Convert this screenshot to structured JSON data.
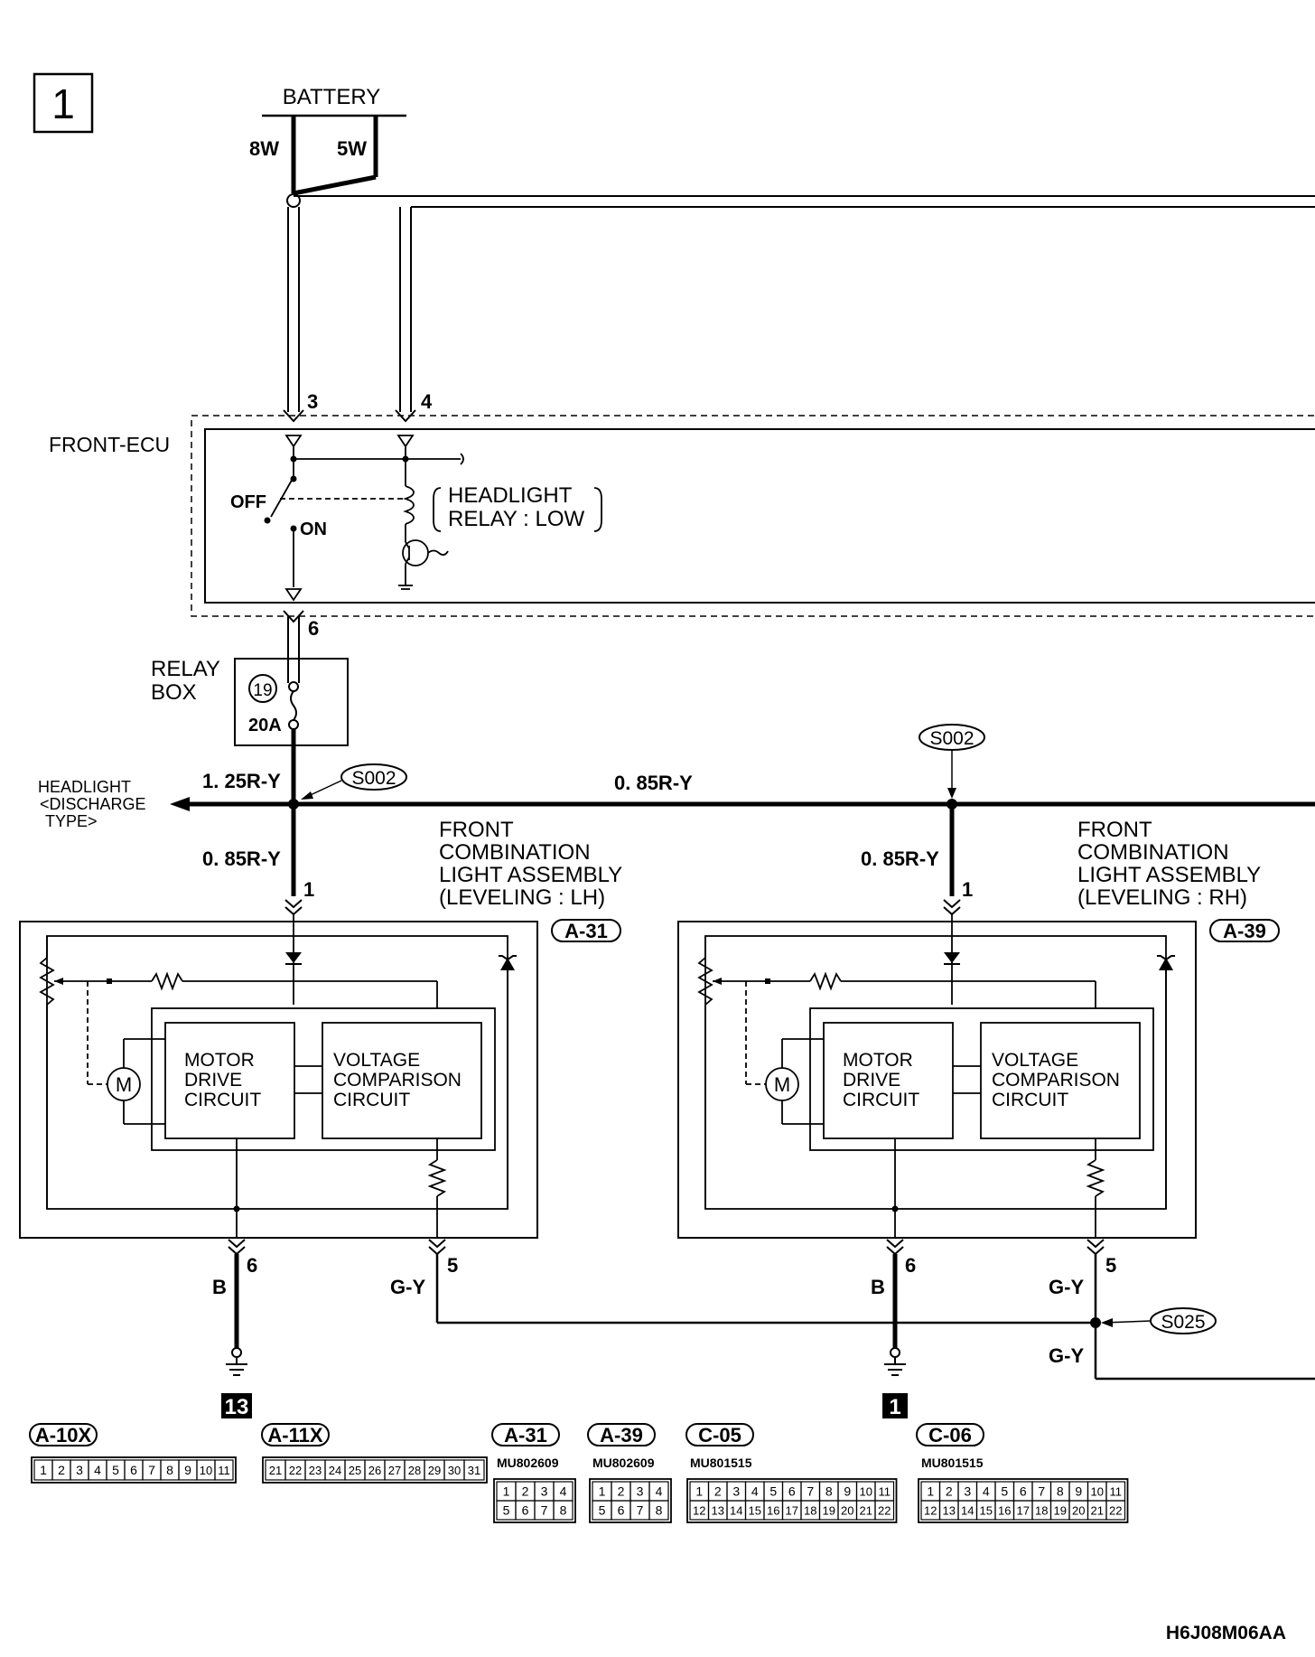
{
  "page_number": "1",
  "battery": {
    "label": "BATTERY",
    "fuse_left": "8W",
    "fuse_right": "5W"
  },
  "ecu": {
    "label": "FRONT-ECU",
    "pin_in_a": "3",
    "pin_in_b": "4",
    "pin_out": "6",
    "switch_off": "OFF",
    "switch_on": "ON",
    "relay_line1": "HEADLIGHT",
    "relay_line2": "RELAY : LOW"
  },
  "relay_box": {
    "line1": "RELAY",
    "line2": "BOX",
    "fuse_no": "19",
    "fuse_rating": "20A"
  },
  "wires": {
    "main_out": "1. 25R-Y",
    "bus": "0. 85R-Y",
    "lh_drop": "0. 85R-Y",
    "rh_drop": "0. 85R-Y",
    "ground_lh": "B",
    "ground_rh": "B",
    "signal_lh": "G-Y",
    "signal_rh": "G-Y",
    "signal_out": "G-Y"
  },
  "splices": {
    "lh": "S002",
    "rh": "S002",
    "signal": "S025"
  },
  "headlight_ref": {
    "line1": "HEADLIGHT",
    "line2": "<DISCHARGE",
    "line3": "TYPE>"
  },
  "lh": {
    "title1": "FRONT",
    "title2": "COMBINATION",
    "title3": "LIGHT ASSEMBLY",
    "title4": "(LEVELING : LH)",
    "connector": "A-31",
    "pin_top": "1",
    "pin_gnd": "6",
    "pin_sig": "5",
    "motor_block": [
      "MOTOR",
      "DRIVE",
      "CIRCUIT"
    ],
    "compare_block": [
      "VOLTAGE",
      "COMPARISON",
      "CIRCUIT"
    ],
    "ground_ref": "13"
  },
  "rh": {
    "title1": "FRONT",
    "title2": "COMBINATION",
    "title3": "LIGHT ASSEMBLY",
    "title4": "(LEVELING : RH)",
    "connector": "A-39",
    "pin_top": "1",
    "pin_gnd": "6",
    "pin_sig": "5",
    "motor_block": [
      "MOTOR",
      "DRIVE",
      "CIRCUIT"
    ],
    "compare_block": [
      "VOLTAGE",
      "COMPARISON",
      "CIRCUIT"
    ],
    "ground_ref": "1"
  },
  "connectors": [
    {
      "id": "A-10X",
      "part": "",
      "pins": [
        "1",
        "2",
        "3",
        "4",
        "5",
        "6",
        "7",
        "8",
        "9",
        "10",
        "11"
      ]
    },
    {
      "id": "A-11X",
      "part": "",
      "pins": [
        "21",
        "22",
        "23",
        "24",
        "25",
        "26",
        "27",
        "28",
        "29",
        "30",
        "31"
      ]
    },
    {
      "id": "A-31",
      "part": "MU802609",
      "pins": [
        "1",
        "2",
        "3",
        "4",
        "5",
        "6",
        "7",
        "8"
      ]
    },
    {
      "id": "A-39",
      "part": "MU802609",
      "pins": [
        "1",
        "2",
        "3",
        "4",
        "5",
        "6",
        "7",
        "8"
      ]
    },
    {
      "id": "C-05",
      "part": "MU801515",
      "pins": [
        "1",
        "2",
        "3",
        "4",
        "5",
        "6",
        "7",
        "8",
        "9",
        "10",
        "11",
        "12",
        "13",
        "14",
        "15",
        "16",
        "17",
        "18",
        "19",
        "20",
        "21",
        "22"
      ]
    },
    {
      "id": "C-06",
      "part": "MU801515",
      "pins": [
        "1",
        "2",
        "3",
        "4",
        "5",
        "6",
        "7",
        "8",
        "9",
        "10",
        "11",
        "12",
        "13",
        "14",
        "15",
        "16",
        "17",
        "18",
        "19",
        "20",
        "21",
        "22"
      ]
    }
  ],
  "figure_code": "H6J08M06AA"
}
